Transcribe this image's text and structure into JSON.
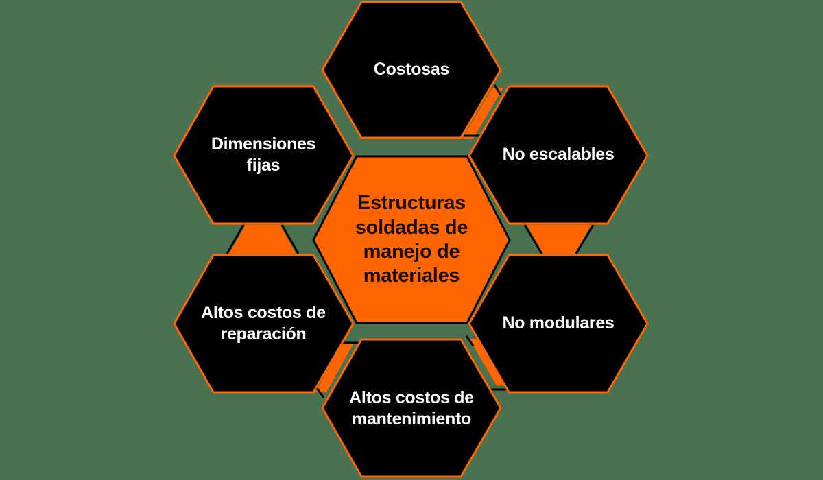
{
  "colors": {
    "background": "#4a7150",
    "accent_orange": "#ff6600",
    "outer_fill": "#000000",
    "outer_text": "#ffffff",
    "center_text": "#1a0d00"
  },
  "center": {
    "label": "Estructuras\nsoldadas de\nmanejo de\nmateriales"
  },
  "nodes": [
    {
      "id": "top",
      "label": "Costosas"
    },
    {
      "id": "top-right",
      "label": "No escalables"
    },
    {
      "id": "bottom-right",
      "label": "No modulares"
    },
    {
      "id": "bottom",
      "label": "Altos costos de\nmantenimiento"
    },
    {
      "id": "bottom-left",
      "label": "Altos costos de\nreparación"
    },
    {
      "id": "top-left",
      "label": "Dimensiones\nfijas"
    }
  ]
}
